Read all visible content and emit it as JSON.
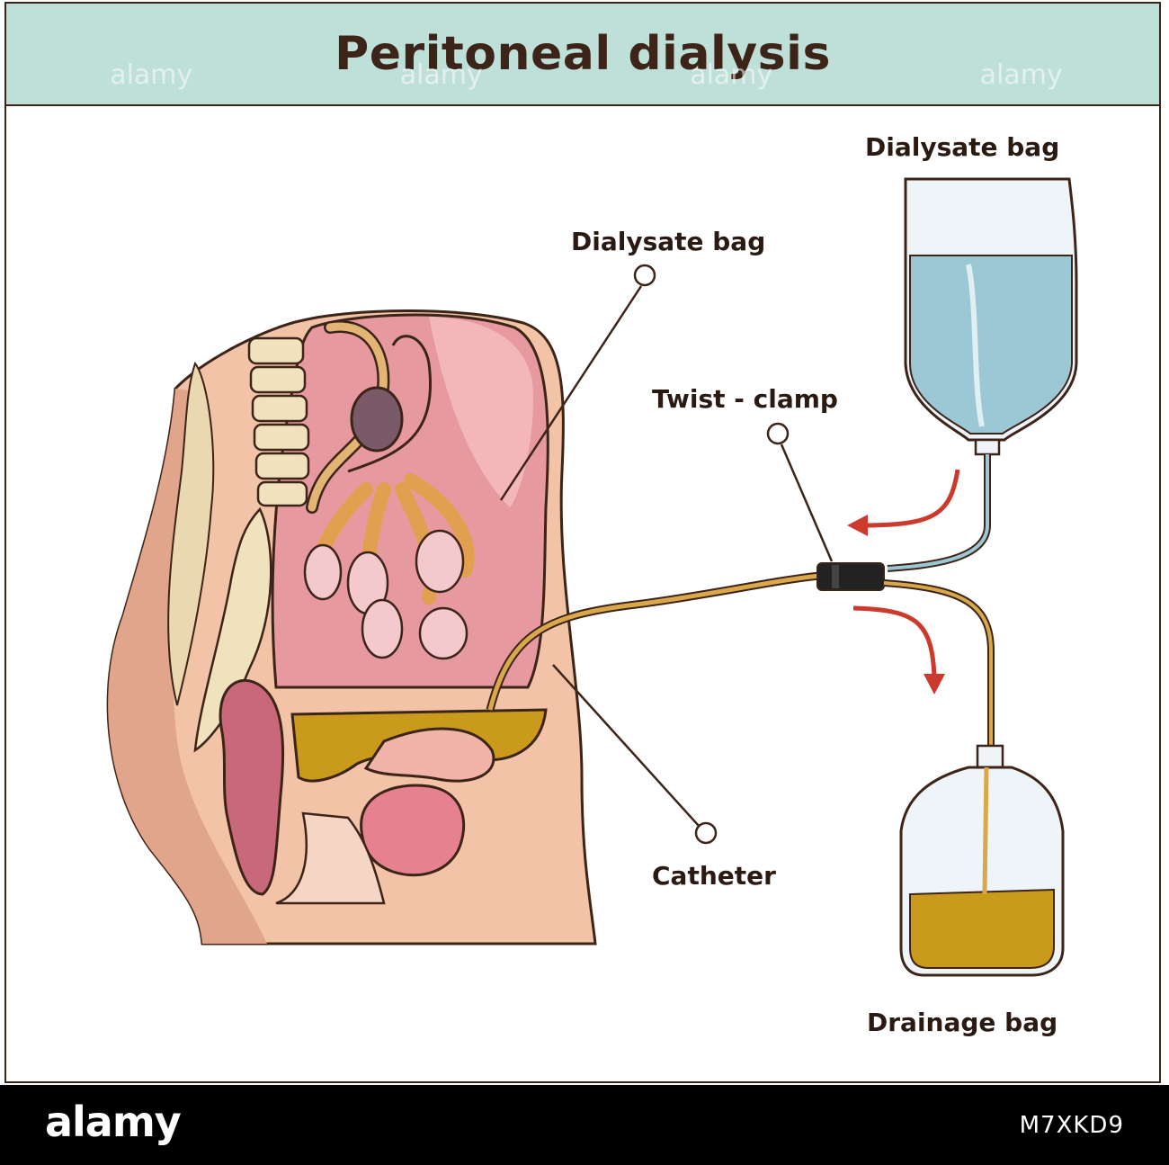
{
  "title": "Peritoneal dialysis",
  "labels": {
    "dialysate_bag_top": "Dialysate bag",
    "dialysate_bag_inner": "Dialysate bag",
    "twist_clamp": "Twist - clamp",
    "catheter": "Catheter",
    "drainage_bag": "Drainage bag"
  },
  "watermark": [
    "alamy",
    "alamy",
    "alamy",
    "alamy"
  ],
  "footer": {
    "logo": "alamy",
    "image_id": "M7XKD9"
  },
  "colors": {
    "banner": "#bfe0d9",
    "outline": "#3d2418",
    "skin": "#f2c3a6",
    "skin_dark": "#e0a58a",
    "peritoneum": "#e69aa0",
    "fluid_gold": "#c99a1c",
    "dialysate_blue": "#9cc8d6",
    "arrow_red": "#cc3a2e",
    "tube_gold": "#d9a84a"
  }
}
